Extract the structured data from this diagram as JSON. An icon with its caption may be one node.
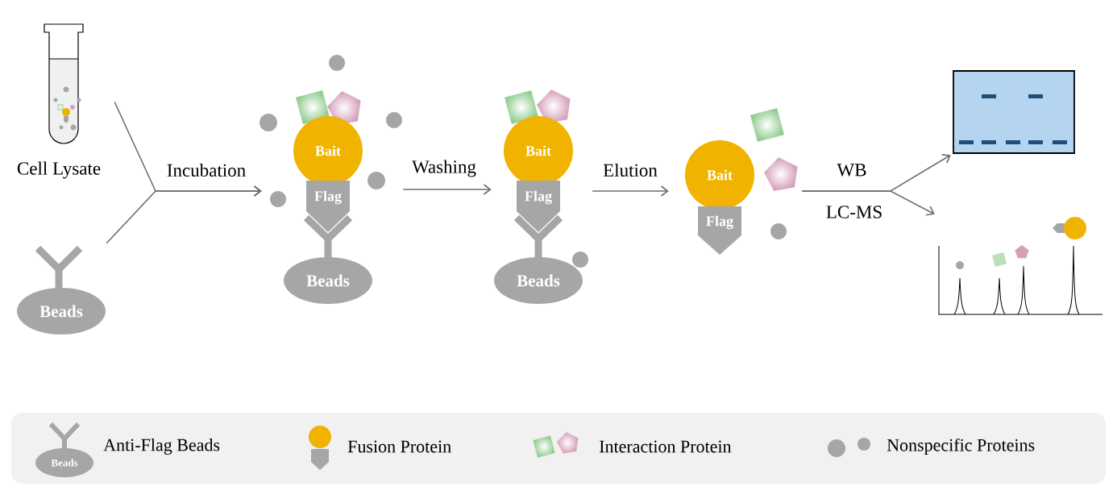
{
  "diagram": {
    "nodes": [
      {
        "text": [
          "Cell Lysate"
        ]
      },
      {
        "text": [
          "Beads"
        ]
      },
      {
        "text": [
          "Bait",
          "Flag",
          "Beads"
        ]
      },
      {
        "text": [
          "Bait",
          "Flag",
          "Beads"
        ]
      },
      {
        "text": [
          "Bait",
          "Flag"
        ]
      },
      {
        "text": [],
        "shape": "picture"
      },
      {
        "text": [],
        "shape": "picture"
      }
    ],
    "edges": [
      {
        "from": 0,
        "to": 2,
        "arrow": "to",
        "label": "Incubation"
      },
      {
        "from": 1,
        "to": 2,
        "arrow": "to"
      },
      {
        "from": 2,
        "to": 3,
        "arrow": "to",
        "label": "Washing"
      },
      {
        "from": 3,
        "to": 4,
        "arrow": "to",
        "label": "Elution"
      },
      {
        "from": 4,
        "to": 5,
        "arrow": "to",
        "label": "WB"
      },
      {
        "from": 4,
        "to": 6,
        "arrow": "to",
        "label": "LC-MS"
      }
    ],
    "labels": [
      "Beads"
    ],
    "legend": [
      {
        "text": "Anti-Flag Beads"
      },
      {
        "text": "Fusion Protein"
      },
      {
        "text": "Interaction Protein"
      },
      {
        "text": "Nonspecific Proteins"
      }
    ]
  }
}
